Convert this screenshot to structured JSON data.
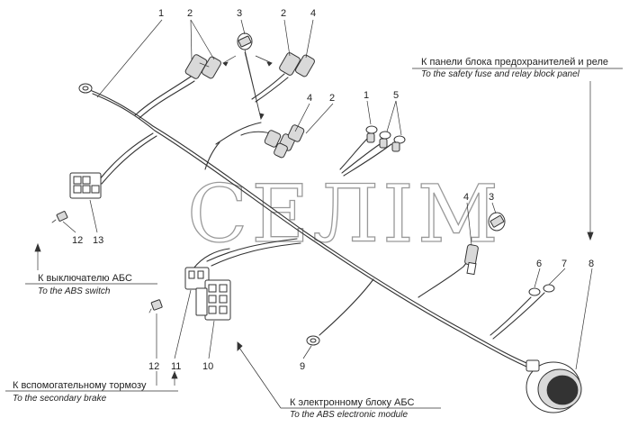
{
  "watermark": "СЕЛIМ",
  "callouts": [
    {
      "id": "c1-top",
      "text": "1"
    },
    {
      "id": "c2-a",
      "text": "2"
    },
    {
      "id": "c3-a",
      "text": "3"
    },
    {
      "id": "c2-b",
      "text": "2"
    },
    {
      "id": "c4-a",
      "text": "4"
    },
    {
      "id": "c4-b",
      "text": "4"
    },
    {
      "id": "c2-c",
      "text": "2"
    },
    {
      "id": "c1-mid",
      "text": "1"
    },
    {
      "id": "c5",
      "text": "5"
    },
    {
      "id": "c4-c",
      "text": "4"
    },
    {
      "id": "c3-b",
      "text": "3"
    },
    {
      "id": "c6",
      "text": "6"
    },
    {
      "id": "c7",
      "text": "7"
    },
    {
      "id": "c8",
      "text": "8"
    },
    {
      "id": "c9",
      "text": "9"
    },
    {
      "id": "c10",
      "text": "10"
    },
    {
      "id": "c11",
      "text": "11"
    },
    {
      "id": "c12-a",
      "text": "12"
    },
    {
      "id": "c13",
      "text": "13"
    },
    {
      "id": "c12-b",
      "text": "12"
    }
  ],
  "destinations": {
    "fuse_panel": {
      "ru": "К панели блока предохранителей и реле",
      "en": "To the safety fuse and relay block panel"
    },
    "abs_switch": {
      "ru": "К выключателю АБС",
      "en": "To the ABS switch"
    },
    "secondary_brake": {
      "ru": "К вспомогательному тормозу",
      "en": "To the secondary brake"
    },
    "abs_module": {
      "ru": "К электронному блоку АБС",
      "en": "To the ABS electronic module"
    }
  }
}
